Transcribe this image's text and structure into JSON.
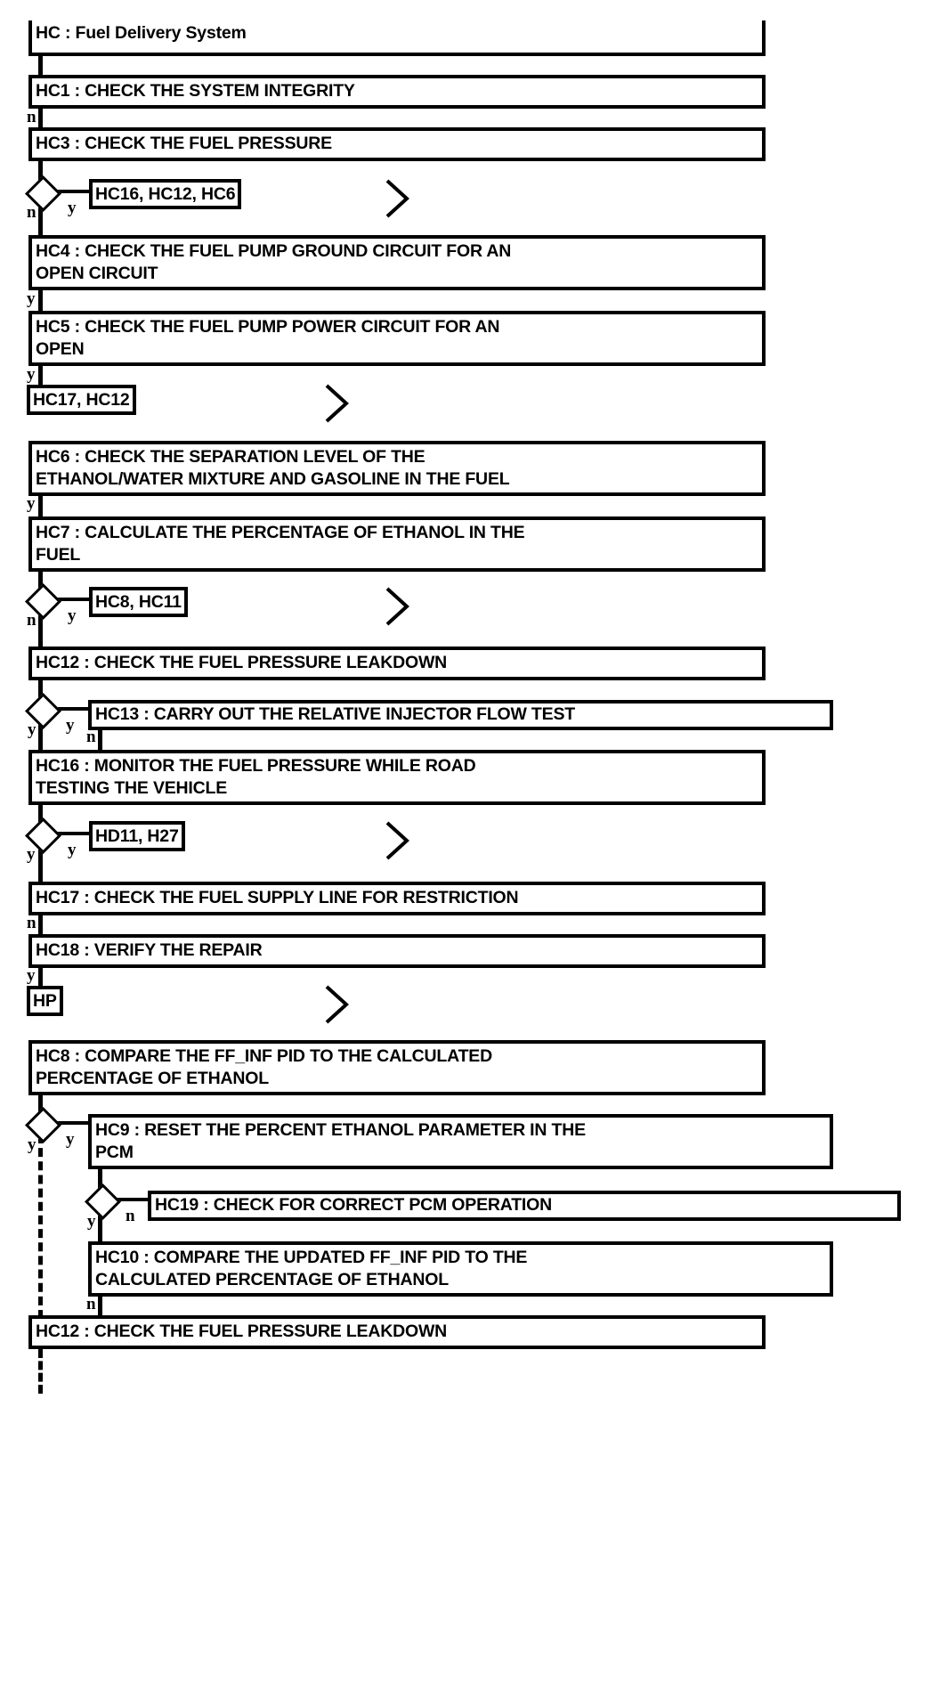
{
  "diagram": {
    "title": "HC : Fuel Delivery System",
    "type": "flowchart",
    "header": {
      "label": "HC : Fuel Delivery System"
    },
    "nodes": [
      {
        "id": "HC1",
        "label": "HC1 : CHECK THE SYSTEM INTEGRITY"
      },
      {
        "id": "HC3",
        "label": "HC3 : CHECK THE FUEL PRESSURE"
      },
      {
        "id": "HC4",
        "label": "HC4 : CHECK THE FUEL PUMP GROUND CIRCUIT FOR AN\nOPEN CIRCUIT"
      },
      {
        "id": "HC5",
        "label": "HC5 : CHECK THE FUEL PUMP POWER CIRCUIT FOR AN\nOPEN"
      },
      {
        "id": "HC6",
        "label": "HC6 : CHECK THE SEPARATION LEVEL OF THE\nETHANOL/WATER MIXTURE AND GASOLINE IN THE FUEL"
      },
      {
        "id": "HC7",
        "label": "HC7 : CALCULATE THE PERCENTAGE OF ETHANOL IN THE\nFUEL"
      },
      {
        "id": "HC12a",
        "label": "HC12 : CHECK THE FUEL PRESSURE LEAKDOWN"
      },
      {
        "id": "HC13",
        "label": "HC13 : CARRY OUT THE RELATIVE INJECTOR FLOW TEST"
      },
      {
        "id": "HC16",
        "label": "HC16 : MONITOR THE FUEL PRESSURE WHILE ROAD\nTESTING THE VEHICLE"
      },
      {
        "id": "HC17",
        "label": "HC17 : CHECK THE FUEL SUPPLY LINE FOR RESTRICTION"
      },
      {
        "id": "HC18",
        "label": "HC18 : VERIFY THE REPAIR"
      },
      {
        "id": "HC8",
        "label": "HC8 : COMPARE THE FF_INF PID TO THE CALCULATED\nPERCENTAGE OF ETHANOL"
      },
      {
        "id": "HC9",
        "label": "HC9 : RESET THE PERCENT ETHANOL PARAMETER IN THE\nPCM"
      },
      {
        "id": "HC19",
        "label": "HC19 : CHECK FOR CORRECT PCM OPERATION"
      },
      {
        "id": "HC10",
        "label": "HC10 : COMPARE THE UPDATED FF_INF PID TO THE\nCALCULATED PERCENTAGE OF ETHANOL"
      },
      {
        "id": "HC12b",
        "label": "HC12 : CHECK THE FUEL PRESSURE LEAKDOWN"
      }
    ],
    "references": [
      {
        "id": "ref1",
        "label": "HC16, HC12, HC6"
      },
      {
        "id": "ref2",
        "label": "HC17, HC12"
      },
      {
        "id": "ref3",
        "label": "HC8, HC11"
      },
      {
        "id": "ref4",
        "label": "HD11, H27"
      },
      {
        "id": "ref5",
        "label": "HP"
      }
    ],
    "edge_labels": [
      {
        "id": "e1",
        "label": "n"
      },
      {
        "id": "e2",
        "label": "y"
      },
      {
        "id": "e3",
        "label": "n"
      },
      {
        "id": "e4",
        "label": "y"
      },
      {
        "id": "e5",
        "label": "y"
      },
      {
        "id": "e6",
        "label": "y"
      },
      {
        "id": "e7",
        "label": "y"
      },
      {
        "id": "e8",
        "label": "n"
      },
      {
        "id": "e9",
        "label": "y"
      },
      {
        "id": "e10",
        "label": "y"
      },
      {
        "id": "e11",
        "label": "n"
      },
      {
        "id": "e12",
        "label": "y"
      },
      {
        "id": "e13",
        "label": "y"
      },
      {
        "id": "e14",
        "label": "n"
      },
      {
        "id": "e15",
        "label": "y"
      },
      {
        "id": "e16",
        "label": "y"
      },
      {
        "id": "e17",
        "label": "y"
      },
      {
        "id": "e18",
        "label": "n"
      },
      {
        "id": "e19",
        "label": "y"
      },
      {
        "id": "e20",
        "label": "n"
      },
      {
        "id": "e21",
        "label": "n"
      }
    ],
    "colors": {
      "stroke": "#000000",
      "fill": "#ffffff",
      "text": "#000000"
    }
  }
}
